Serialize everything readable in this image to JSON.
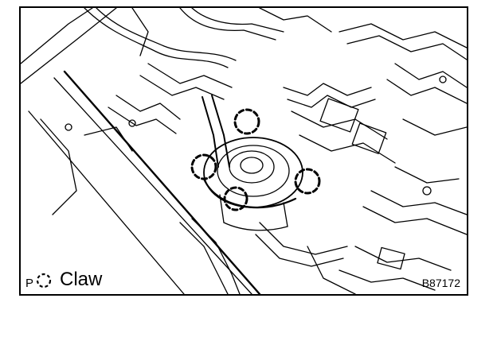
{
  "legend": {
    "prefix": "P",
    "symbol": "dashed-circle-icon",
    "label": "Claw"
  },
  "figure_code": "B87172",
  "colors": {
    "line": "#000000",
    "background": "#ffffff"
  }
}
